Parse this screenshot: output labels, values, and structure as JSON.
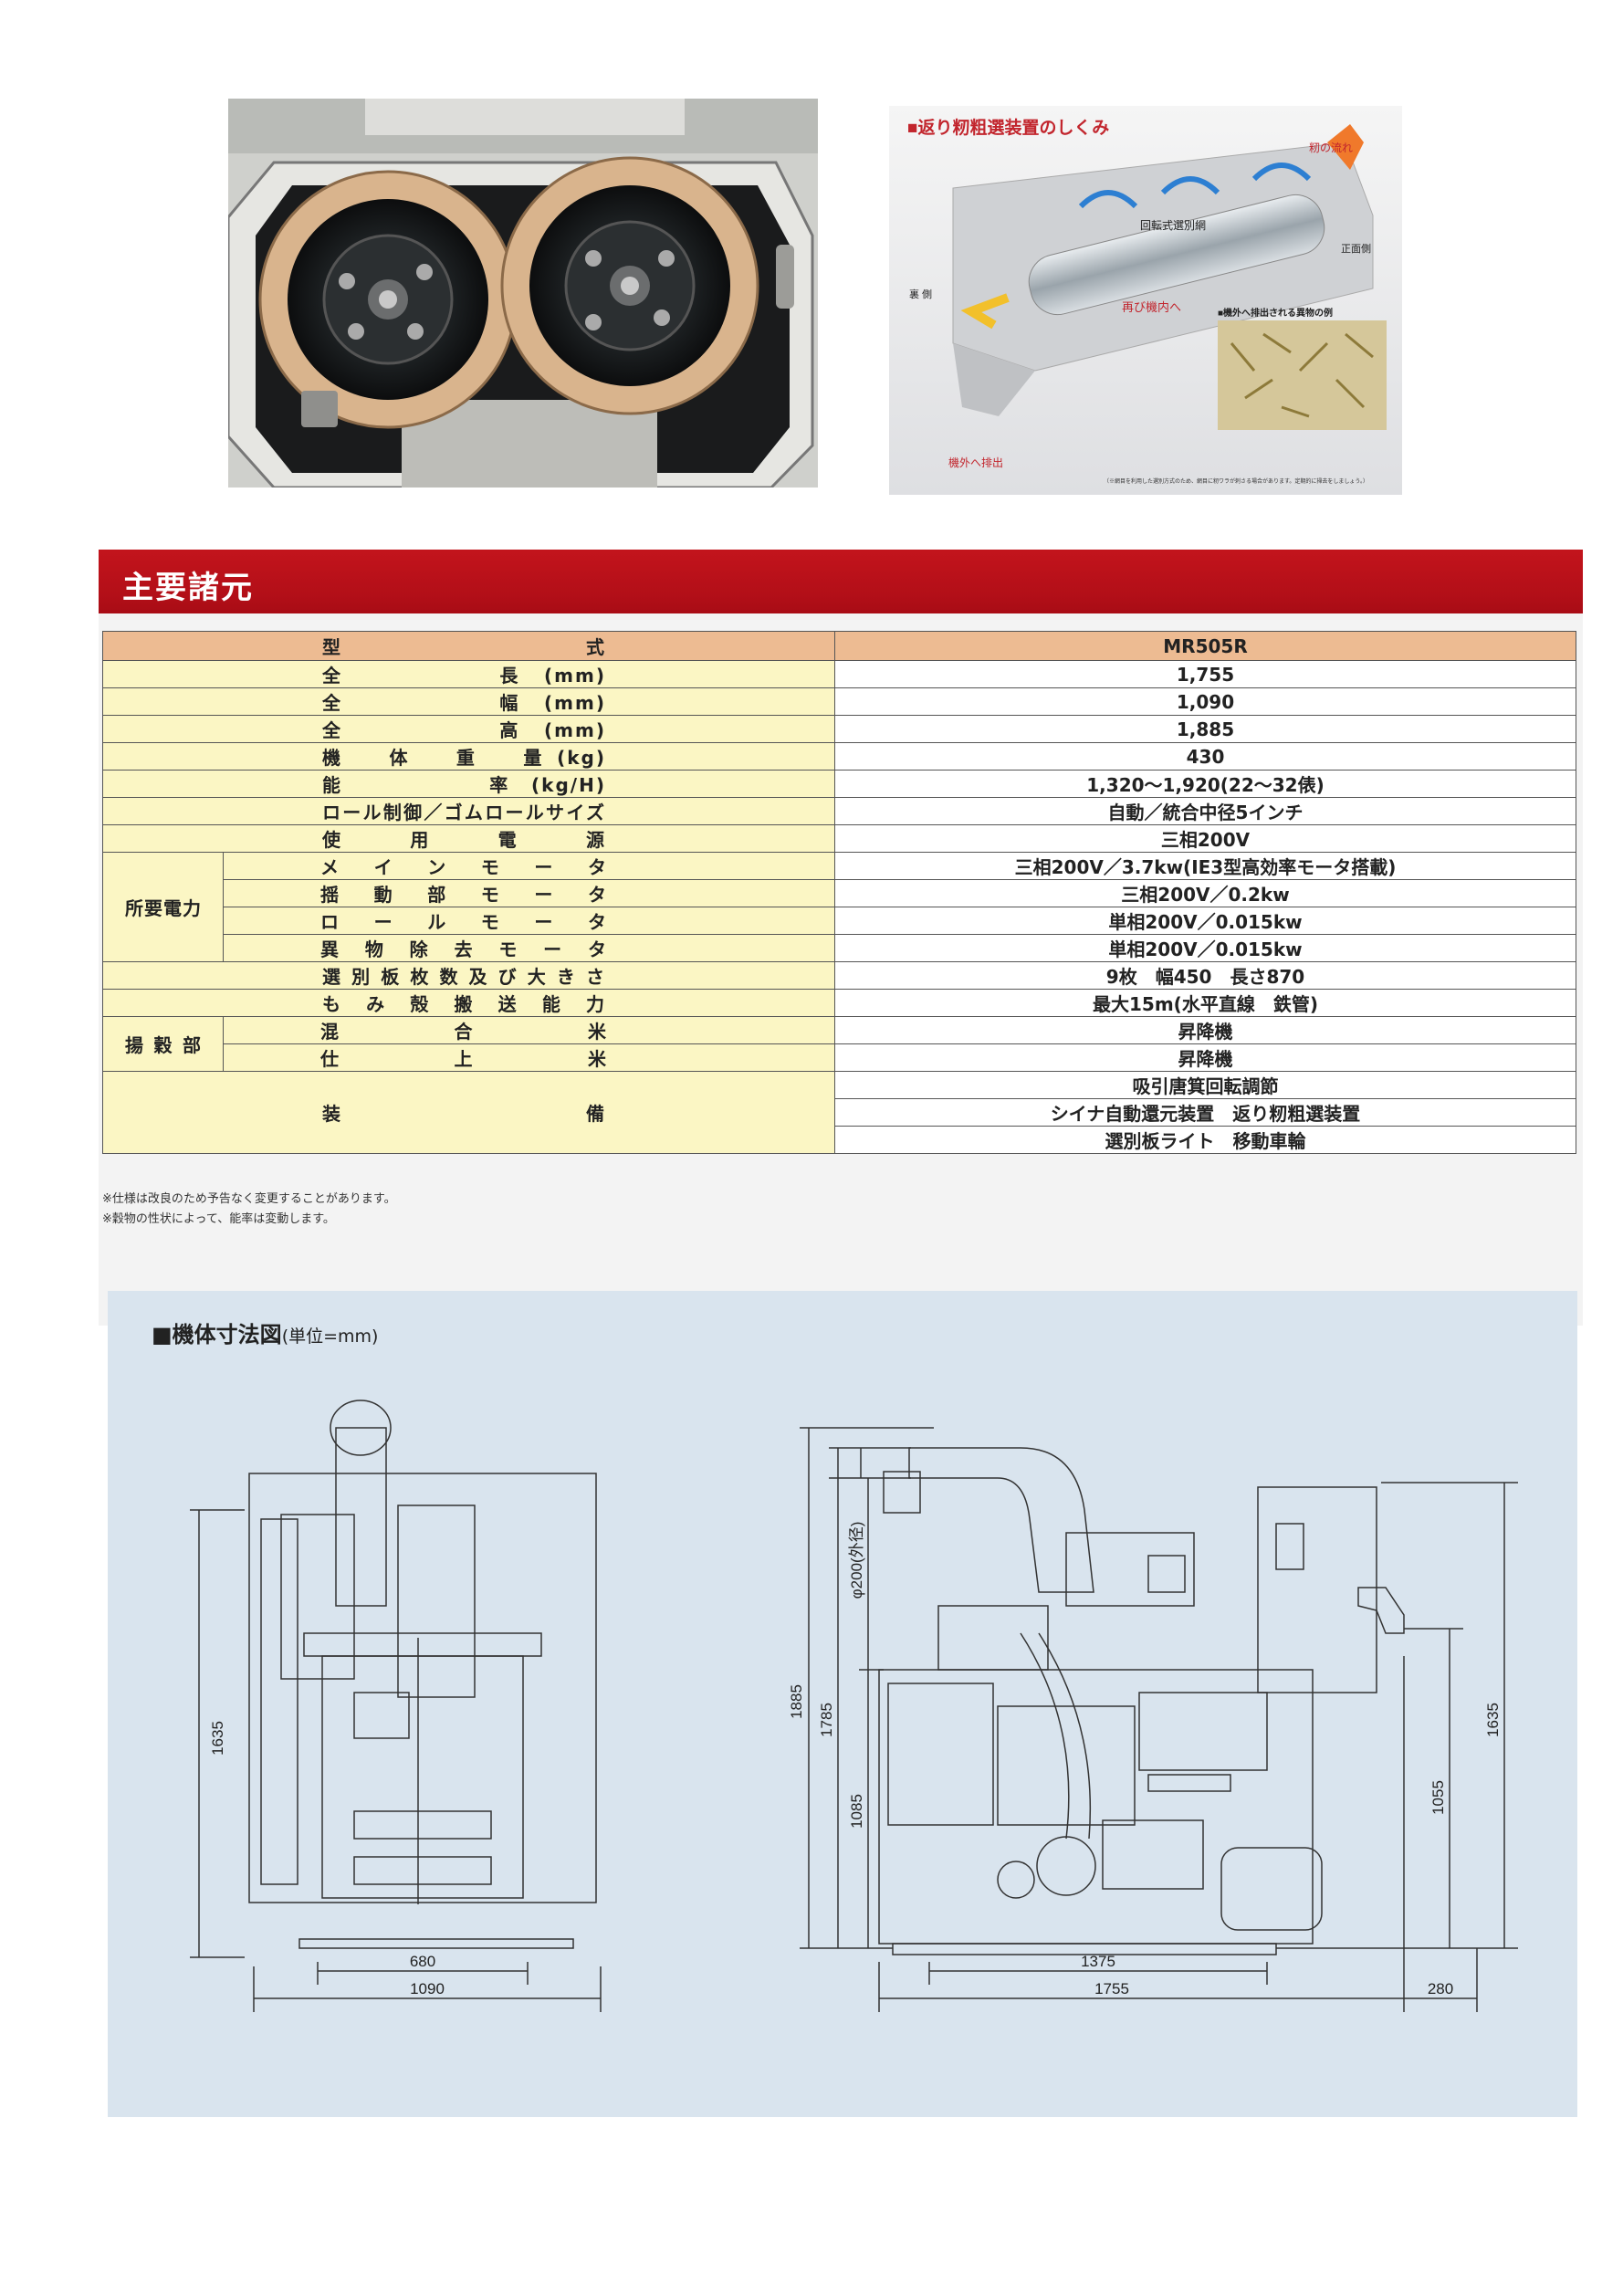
{
  "diagram": {
    "title": "■返り籾粗選装置のしくみ",
    "labels": {
      "flow": "籾の流れ",
      "screen": "回転式選別網",
      "front": "正面側",
      "back": "裏 側",
      "return": "再び機内へ",
      "discharge": "機外へ排出",
      "inset": "■機外へ排出される異物の例",
      "footnote": "（※網目を利用した選別方式のため、網目に籾ワラが刺さる場合があります。定期的に掃去をしましょう。）"
    }
  },
  "spec": {
    "title": "主要諸元",
    "header": {
      "label": "型　　式",
      "value": "MR505R"
    },
    "rows": [
      {
        "label": "全　　　長(mm)",
        "value": "1,755"
      },
      {
        "label": "全　　　幅(mm)",
        "value": "1,090"
      },
      {
        "label": "全　　　高(mm)",
        "value": "1,885"
      },
      {
        "label": "機　体　重　量(kg)",
        "value": "430"
      },
      {
        "label": "能　　　率(kg/H)",
        "value": "1,320〜1,920(22〜32俵)"
      },
      {
        "label": "ロール制御／ゴムロールサイズ",
        "value": "自動／統合中径5インチ"
      },
      {
        "label": "使　用　電　源",
        "value": "三相200V"
      }
    ],
    "power_group": {
      "label": "所要電力",
      "rows": [
        {
          "label": "メインモータ",
          "value": "三相200V／3.7kw(IE3型高効率モータ搭載)"
        },
        {
          "label": "揺動部モータ",
          "value": "三相200V／0.2kw"
        },
        {
          "label": "ロールモータ",
          "value": "単相200V／0.015kw"
        },
        {
          "label": "異物除去モータ",
          "value": "単相200V／0.015kw"
        }
      ]
    },
    "rows2": [
      {
        "label": "選別板枚数及び大きさ",
        "value": "9枚　幅450　長さ870"
      },
      {
        "label": "もみ殻搬送能力",
        "value": "最大15m(水平直線　鉄管)"
      }
    ],
    "lift_group": {
      "label": "揚穀部",
      "rows": [
        {
          "label": "混　合　米",
          "value": "昇降機"
        },
        {
          "label": "仕　上　米",
          "value": "昇降機"
        }
      ]
    },
    "equipment": {
      "label": "装　　備",
      "values": [
        "吸引唐箕回転調節",
        "シイナ自動還元装置　返り籾粗選装置",
        "選別板ライト　移動車輪"
      ]
    },
    "notes": [
      "※仕様は改良のため予告なく変更することがあります。",
      "※穀物の性状によって、能率は変動します。"
    ]
  },
  "dimension": {
    "title": "■機体寸法図",
    "unit": "(単位=mm)",
    "side": {
      "height": "1635",
      "inner_width": "680",
      "width": "1090"
    },
    "front": {
      "h_total": "1885",
      "h_upper": "1785",
      "h_lower": "1085",
      "duct": "φ200(外径)",
      "w_inner": "1375",
      "w_total": "1755",
      "w_ext": "280",
      "h_right": "1635",
      "h_right_low": "1055"
    }
  }
}
